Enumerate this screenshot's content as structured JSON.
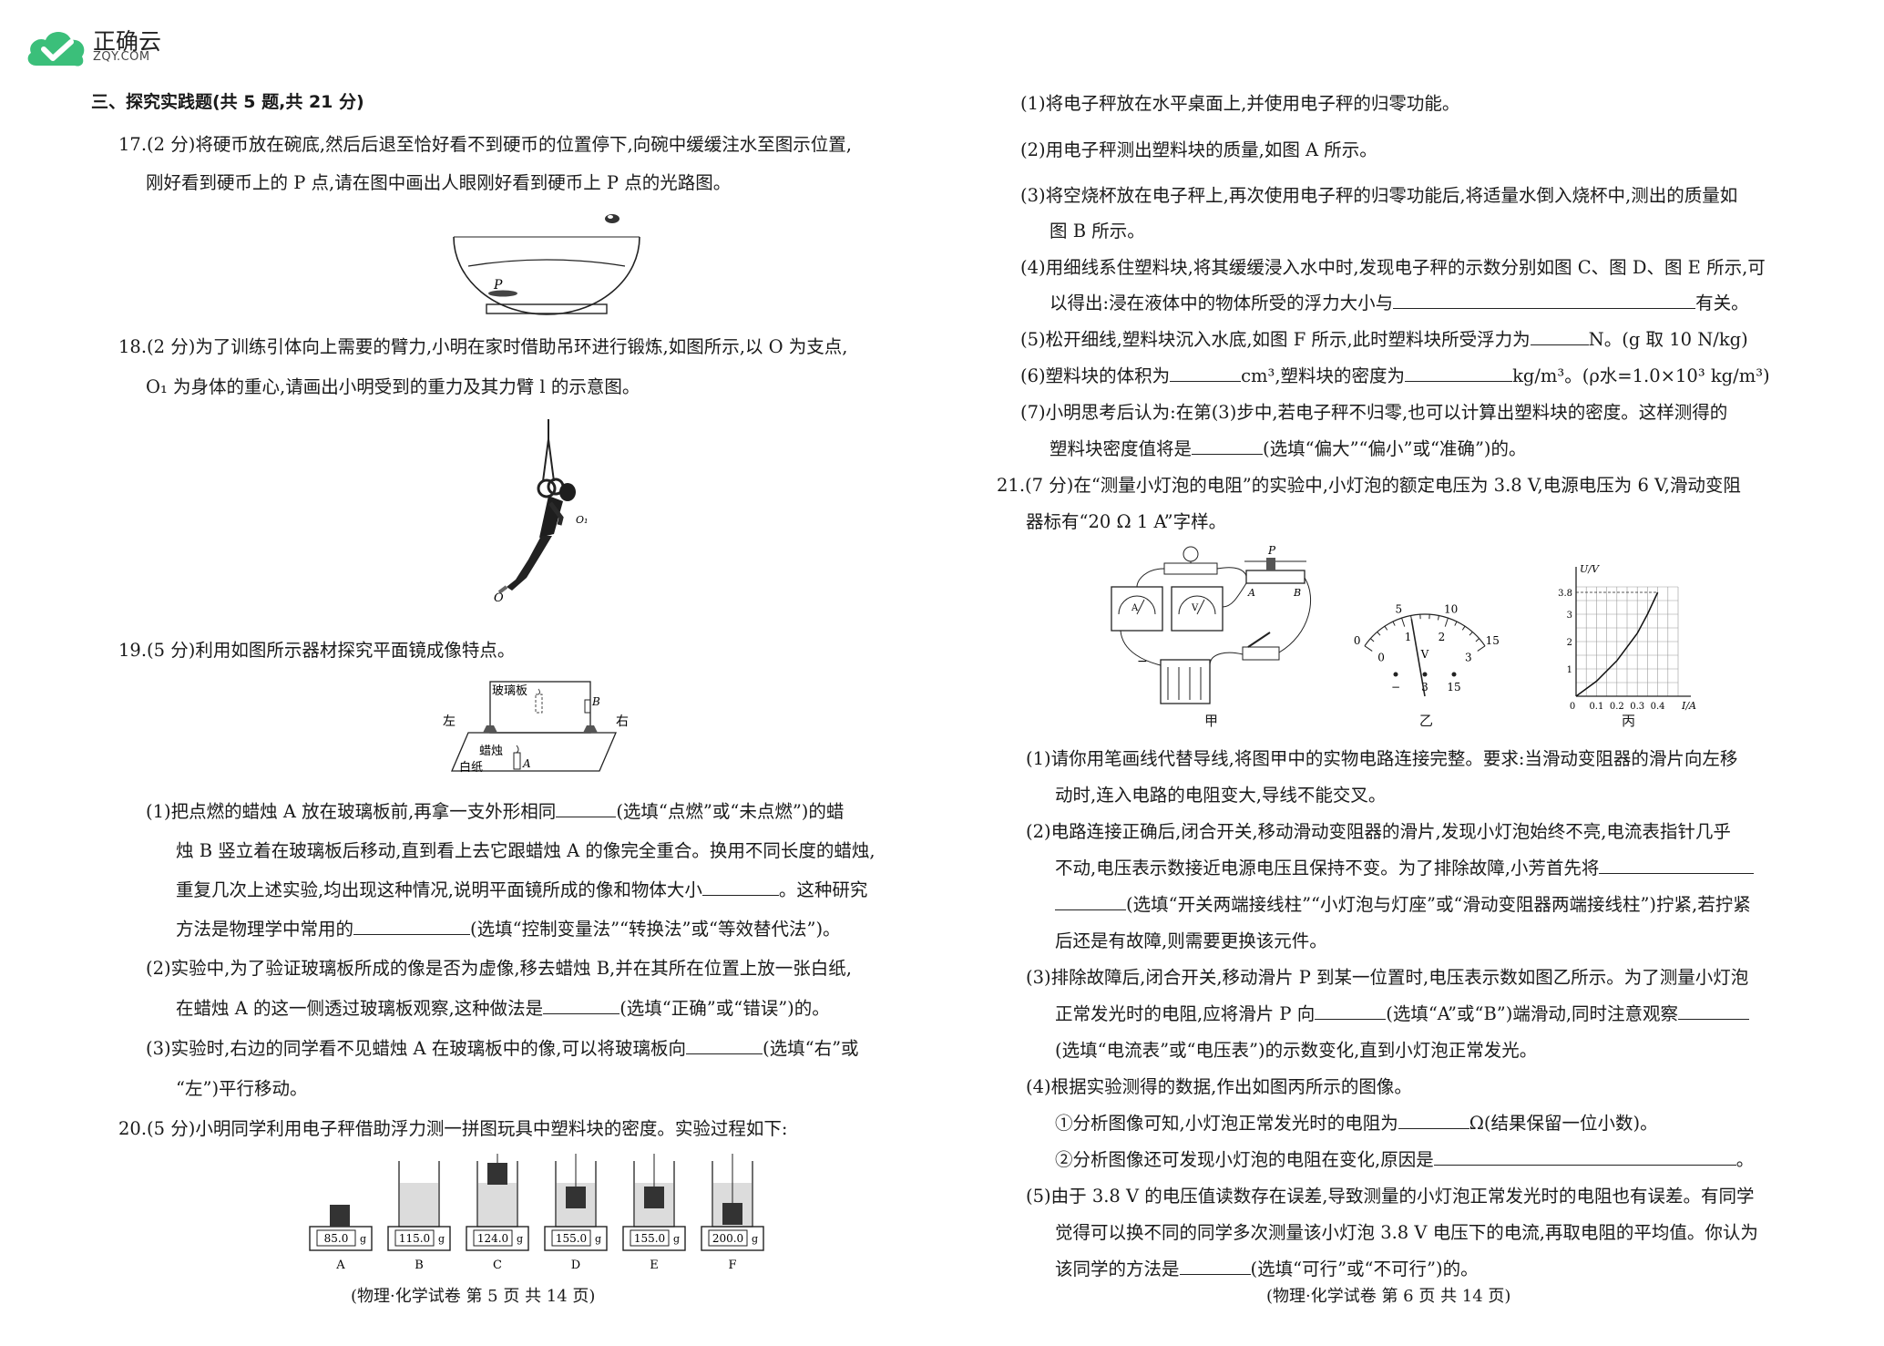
{
  "logo": {
    "name": "正确云",
    "sub": "ZQY.COM"
  },
  "left": {
    "section_title": "三、探究实践题(共 5 题,共 21 分)",
    "q17": {
      "l1": "17.(2 分)将硬币放在碗底,然后后退至恰好看不到硬币的位置停下,向碗中缓缓注水至图示位置,",
      "l2": "刚好看到硬币上的 P 点,请在图中画出人眼刚好看到硬币上 P 点的光路图。",
      "fig_label_p": "P"
    },
    "q18": {
      "l1": "18.(2 分)为了训练引体向上需要的臂力,小明在家时借助吊环进行锻炼,如图所示,以 O 为支点,",
      "l2": "O₁ 为身体的重心,请画出小明受到的重力及其力臂 l 的示意图。",
      "fig_label_o": "O",
      "fig_label_o1": "O₁"
    },
    "q19": {
      "l1": "19.(5 分)利用如图所示器材探究平面镜成像特点。",
      "fig": {
        "glass": "玻璃板",
        "left": "左",
        "right": "右",
        "candle": "蜡烛",
        "paper": "白纸",
        "a": "A",
        "b": "B"
      },
      "p1_l1a": "(1)把点燃的蜡烛 A 放在玻璃板前,再拿一支外形相同",
      "p1_l1b": "(选填“点燃”或“未点燃”)的蜡",
      "p1_l2": "烛 B 竖立着在玻璃板后移动,直到看上去它跟蜡烛 A 的像完全重合。换用不同长度的蜡烛,",
      "p1_l3a": "重复几次上述实验,均出现这种情况,说明平面镜所成的像和物体大小",
      "p1_l3b": "。这种研究",
      "p1_l4a": "方法是物理学中常用的",
      "p1_l4b": "(选填“控制变量法”“转换法”或“等效替代法”)。",
      "p2_l1": "(2)实验中,为了验证玻璃板所成的像是否为虚像,移去蜡烛 B,并在其所在位置上放一张白纸,",
      "p2_l2a": "在蜡烛 A 的这一侧透过玻璃板观察,这种做法是",
      "p2_l2b": "(选填“正确”或“错误”)的。",
      "p3_l1a": "(3)实验时,右边的同学看不见蜡烛 A 在玻璃板中的像,可以将玻璃板向",
      "p3_l1b": "(选填“右”或",
      "p3_l2": "“左”)平行移动。"
    },
    "q20": {
      "l1": "20.(5 分)小明同学利用电子秤借助浮力测一拼图玩具中塑料块的密度。实验过程如下:",
      "scales": [
        {
          "reading": "85.0",
          "label": "A"
        },
        {
          "reading": "115.0",
          "label": "B"
        },
        {
          "reading": "124.0",
          "label": "C"
        },
        {
          "reading": "155.0",
          "label": "D"
        },
        {
          "reading": "155.0",
          "label": "E"
        },
        {
          "reading": "200.0",
          "label": "F"
        }
      ],
      "unit": "g"
    },
    "footer": "(物理·化学试卷   第 5 页   共 14 页)"
  },
  "right": {
    "q20_steps": {
      "s1": "(1)将电子秤放在水平桌面上,并使用电子秤的归零功能。",
      "s2": "(2)用电子秤测出塑料块的质量,如图 A 所示。",
      "s3_l1": "(3)将空烧杯放在电子秤上,再次使用电子秤的归零功能后,将适量水倒入烧杯中,测出的质量如",
      "s3_l2": "图 B 所示。",
      "s4_l1": "(4)用细线系住塑料块,将其缓缓浸入水中时,发现电子秤的示数分别如图 C、图 D、图 E 所示,可",
      "s4_l2a": "以得出:浸在液体中的物体所受的浮力大小与",
      "s4_l2b": "有关。",
      "s5a": "(5)松开细线,塑料块沉入水底,如图 F 所示,此时塑料块所受浮力为",
      "s5b": "N。(g 取 10 N/kg)",
      "s6a": "(6)塑料块的体积为",
      "s6b": "cm³,塑料块的密度为",
      "s6c": "kg/m³。(ρ水=1.0×10³ kg/m³)",
      "s7_l1": "(7)小明思考后认为:在第(3)步中,若电子秤不归零,也可以计算出塑料块的密度。这样测得的",
      "s7_l2a": "塑料块密度值将是",
      "s7_l2b": "(选填“偏大”“偏小”或“准确”)的。"
    },
    "q21": {
      "l1": "21.(7 分)在“测量小灯泡的电阻”的实验中,小灯泡的额定电压为 3.8 V,电源电压为 6 V,滑动变阻",
      "l2": "器标有“20 Ω   1 A”字样。",
      "fig_jia": "甲",
      "fig_yi": "乙",
      "fig_bing": "丙",
      "circuit_labels": {
        "p": "P",
        "a": "A",
        "b": "B",
        "minus": "−"
      },
      "meter_top": [
        "5",
        "10",
        "15"
      ],
      "meter_bottom": [
        "0",
        "1",
        "2",
        "3"
      ],
      "meter_zero_top": "0",
      "meter_unit": "V",
      "meter_terminals": [
        "−",
        "3",
        "15"
      ],
      "graph": {
        "ylabel": "U/V",
        "xlabel": "I/A",
        "yticks": [
          "1",
          "2",
          "3",
          "3.8"
        ],
        "xticks": [
          "0",
          "0.1",
          "0.2",
          "0.3",
          "0.4"
        ]
      },
      "p1_l1": "(1)请你用笔画线代替导线,将图甲中的实物电路连接完整。要求:当滑动变阻器的滑片向左移",
      "p1_l2": "动时,连入电路的电阻变大,导线不能交叉。",
      "p2_l1": "(2)电路连接正确后,闭合开关,移动滑动变阻器的滑片,发现小灯泡始终不亮,电流表指针几乎",
      "p2_l2a": "不动,电压表示数接近电源电压且保持不变。为了排除故障,小芳首先将",
      "p2_l3a": "(选填“开关两端接线柱”“小灯泡与灯座”或“滑动变阻器两端接线柱”)拧紧,若拧紧",
      "p2_l4": "后还是有故障,则需要更换该元件。",
      "p3_l1": "(3)排除故障后,闭合开关,移动滑片 P 到某一位置时,电压表示数如图乙所示。为了测量小灯泡",
      "p3_l2a": "正常发光时的电阻,应将滑片 P 向",
      "p3_l2b": "(选填“A”或“B”)端滑动,同时注意观察",
      "p3_l3": "(选填“电流表”或“电压表”)的示数变化,直到小灯泡正常发光。",
      "p4_l1": "(4)根据实验测得的数据,作出如图丙所示的图像。",
      "p4_i1a": "①分析图像可知,小灯泡正常发光时的电阻为",
      "p4_i1b": "Ω(结果保留一位小数)。",
      "p4_i2a": "②分析图像还可发现小灯泡的电阻在变化,原因是",
      "p4_i2b": "。",
      "p5_l1": "(5)由于 3.8 V 的电压值读数存在误差,导致测量的小灯泡正常发光时的电阻也有误差。有同学",
      "p5_l2": "觉得可以换不同的同学多次测量该小灯泡 3.8 V 电压下的电流,再取电阻的平均值。你认为",
      "p5_l3a": "该同学的方法是",
      "p5_l3b": "(选填“可行”或“不可行”)的。"
    },
    "footer": "(物理·化学试卷   第 6 页   共 14 页)"
  },
  "colors": {
    "logo_green": "#3bbf7a",
    "logo_teal": "#2aa8a0",
    "ink": "#1a1a1a"
  }
}
